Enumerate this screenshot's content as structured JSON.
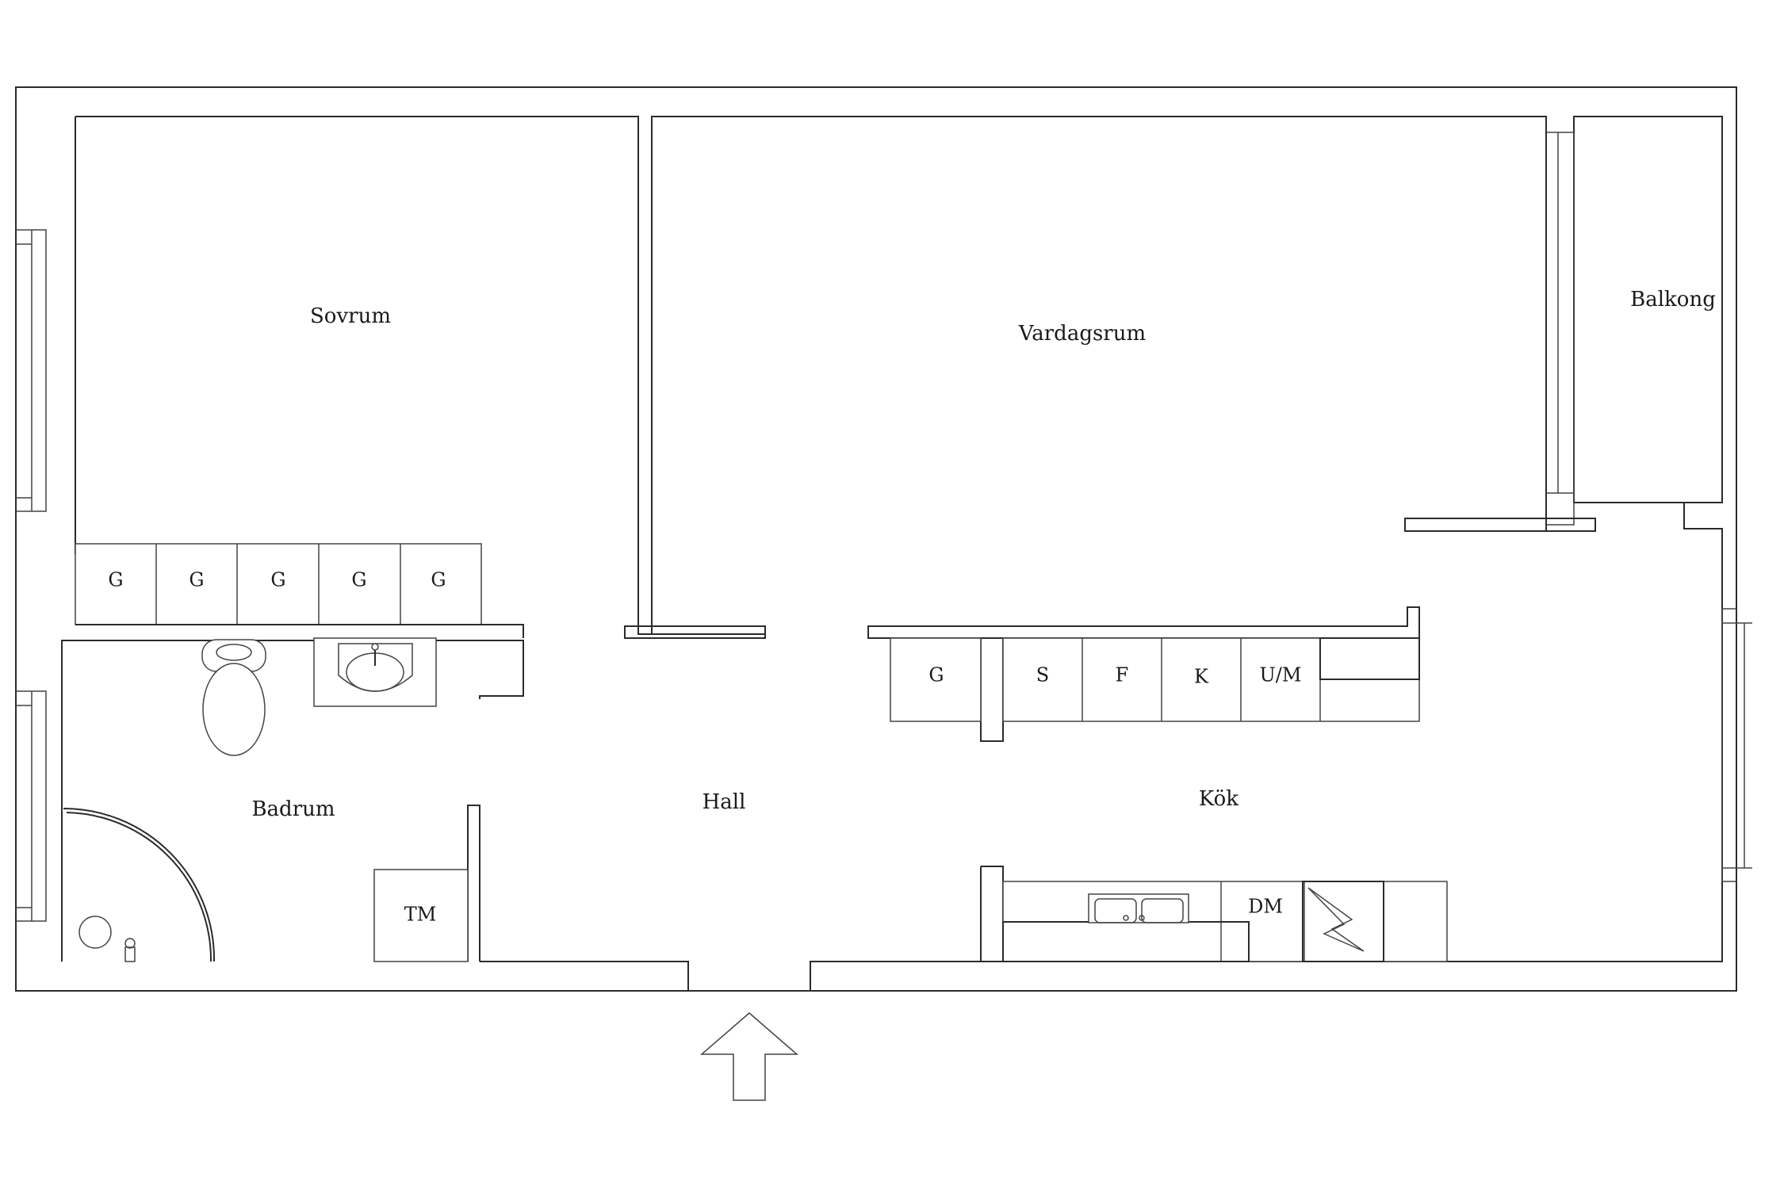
{
  "rooms": {
    "sovrum": "Sovrum",
    "vardagsrum": "Vardagsrum",
    "balkong": "Balkong",
    "badrum": "Badrum",
    "hall": "Hall",
    "kok": "Kök"
  },
  "closets": {
    "bedroom": [
      "G",
      "G",
      "G",
      "G",
      "G"
    ],
    "hall_closet": "G"
  },
  "kitchen_units": [
    "S",
    "F",
    "K",
    "U/M"
  ],
  "appliances": {
    "washing_machine": "TM",
    "dishwasher": "DM"
  },
  "icons": {
    "entrance": "entrance-arrow-icon",
    "toilet": "toilet-icon",
    "bathroom_sink": "sink-icon",
    "shower": "shower-icon",
    "kitchen_sink": "kitchen-sink-icon",
    "stove": "stove-icon"
  }
}
